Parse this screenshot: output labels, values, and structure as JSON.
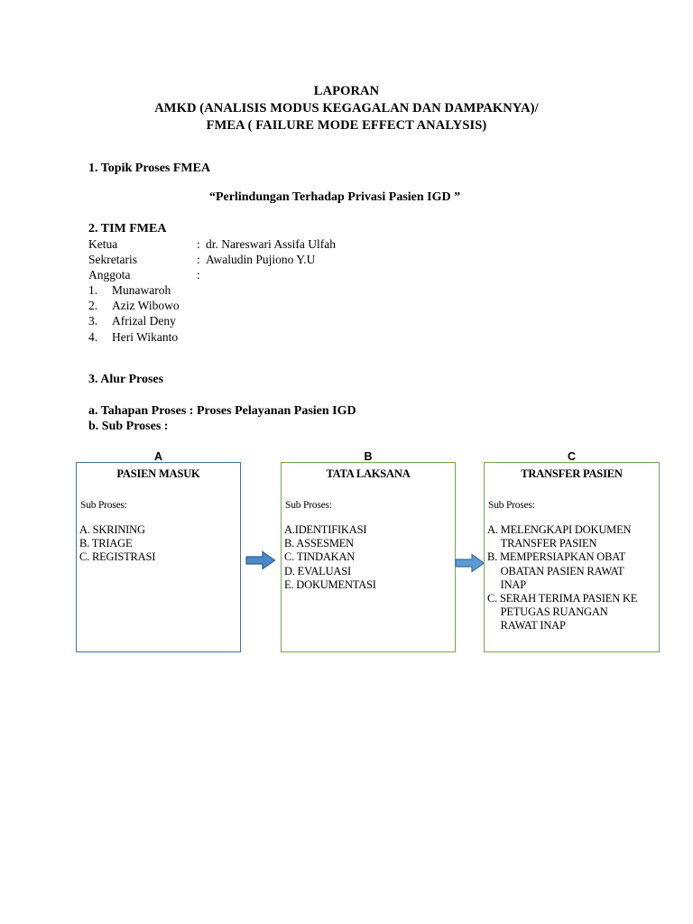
{
  "document": {
    "title_lines": [
      "LAPORAN",
      "AMKD (ANALISIS MODUS KEGAGALAN DAN DAMPAKNYA)/",
      "FMEA ( FAILURE MODE EFFECT ANALYSIS)"
    ]
  },
  "section1": {
    "heading": "1. Topik Proses FMEA",
    "topic": "“Perlindungan Terhadap Privasi Pasien IGD ”"
  },
  "section2": {
    "heading": "2. TIM FMEA",
    "roles": [
      {
        "role": "Ketua",
        "colon": ":",
        "name": "dr. Nareswari Assifa Ulfah"
      },
      {
        "role": "Sekretaris",
        "colon": ":",
        "name": "Awaludin Pujiono Y.U"
      },
      {
        "role": "Anggota",
        "colon": ":",
        "name": ""
      }
    ],
    "members": [
      {
        "num": "1.",
        "name": "Munawaroh"
      },
      {
        "num": "2.",
        "name": "Aziz Wibowo"
      },
      {
        "num": "3.",
        "name": "Afrizal Deny"
      },
      {
        "num": "4.",
        "name": "Heri Wikanto"
      }
    ]
  },
  "section3": {
    "heading": "3. Alur Proses",
    "line_a": "a. Tahapan Proses : Proses Pelayanan Pasien IGD",
    "line_b": "b. Sub Proses :"
  },
  "flow": {
    "sub_proses_label": "Sub Proses:",
    "boxes": [
      {
        "letter": "A",
        "title": "PASIEN MASUK",
        "sub_label": "Sub Proses:",
        "border_color": "#4472a8",
        "items": [
          "A. SKRINING",
          "B. TRIAGE",
          "C. REGISTRASI"
        ]
      },
      {
        "letter": "B",
        "title": "TATA LAKSANA",
        "sub_label": "Sub Proses:",
        "border_color": "#77a651",
        "items": [
          "A.IDENTIFIKASI",
          "B. ASSESMEN",
          "C. TINDAKAN",
          "D. EVALUASI",
          "E. DOKUMENTASI"
        ]
      },
      {
        "letter": "C",
        "title": "TRANSFER PASIEN",
        "sub_label": "Sub Proses:",
        "border_color": "#77a651",
        "items": [
          "A. MELENGKAPI DOKUMEN\n     TRANSFER PASIEN",
          "B. MEMPERSIAPKAN OBAT\n     OBATAN PASIEN RAWAT\n     INAP",
          "C. SERAH TERIMA PASIEN KE\n     PETUGAS RUANGAN\n     RAWAT INAP"
        ]
      }
    ],
    "arrows": [
      {
        "name": "arrow-a-to-b",
        "fill": "#4a89c8",
        "stroke": "#2f5f96"
      },
      {
        "name": "arrow-b-to-c",
        "fill": "#5b9bd5",
        "stroke": "#41719c"
      }
    ]
  }
}
